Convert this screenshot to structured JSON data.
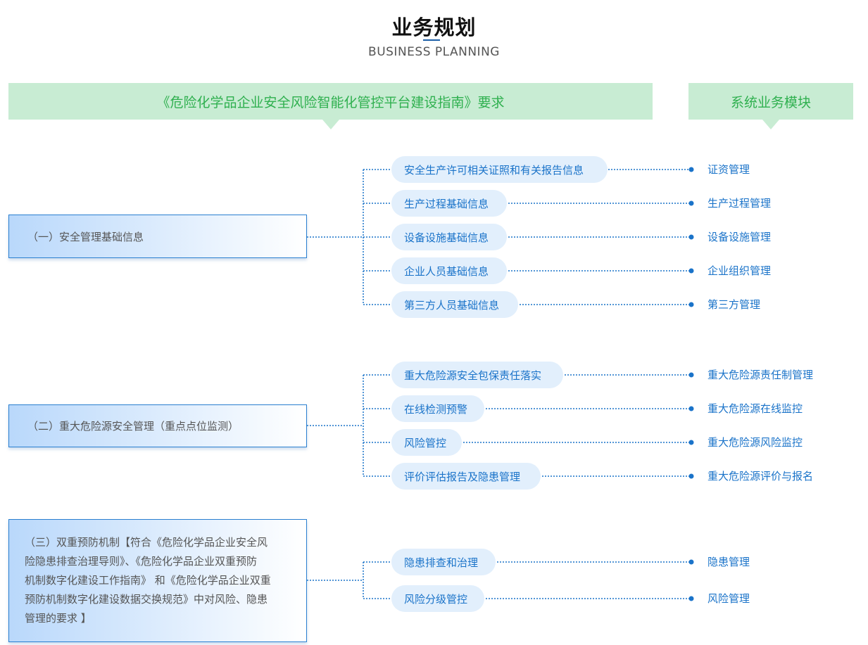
{
  "header": {
    "title": "业务规划",
    "subtitle": "BUSINESS PLANNING"
  },
  "banners": {
    "left": "《危险化学品企业安全风险智能化管控平台建设指南》要求",
    "right": "系统业务模块"
  },
  "groups": [
    {
      "category": "（一）安全管理基础信息",
      "items": [
        {
          "requirement": "安全生产许可相关证照和有关报告信息",
          "module": "证资管理"
        },
        {
          "requirement": "生产过程基础信息",
          "module": "生产过程管理"
        },
        {
          "requirement": "设备设施基础信息",
          "module": "设备设施管理"
        },
        {
          "requirement": "企业人员基础信息",
          "module": "企业组织管理"
        },
        {
          "requirement": "第三方人员基础信息",
          "module": "第三方管理"
        }
      ]
    },
    {
      "category": "（二）重大危险源安全管理（重点点位监测）",
      "items": [
        {
          "requirement": "重大危险源安全包保责任落实",
          "module": "重大危险源责任制管理"
        },
        {
          "requirement": "在线检测预警",
          "module": "重大危险源在线监控"
        },
        {
          "requirement": "风险管控",
          "module": "重大危险源风险监控"
        },
        {
          "requirement": "评价评估报告及隐患管理",
          "module": "重大危险源评价与报名"
        }
      ]
    },
    {
      "category": "（三）双重预防机制【符合《危险化学品企业安全风险隐患排查治理导则》、《危险化学品企业双重预防机制数字化建设工作指南》 和《危险化学品企业双重预防机制数字化建设数据交换规范》中对风险、隐患管理的要求 】",
      "category_lines": [
        "（三）双重预防机制【符合《危险化学品企业安全风",
        "险隐患排查治理导则》、《危险化学品企业双重预防",
        "机制数字化建设工作指南》 和《危险化学品企业双重",
        "预防机制数字化建设数据交换规范》中对风险、隐患",
        "管理的要求 】"
      ],
      "items": [
        {
          "requirement": "隐患排查和治理",
          "module": "隐患管理"
        },
        {
          "requirement": "风险分级管控",
          "module": "风险管理"
        }
      ]
    }
  ],
  "colors": {
    "banner_bg": "#c8ecd3",
    "banner_text": "#2fb04f",
    "accent_blue": "#1a73c9",
    "pill_bg": "#e2effc",
    "connector": "#1a73c9"
  }
}
